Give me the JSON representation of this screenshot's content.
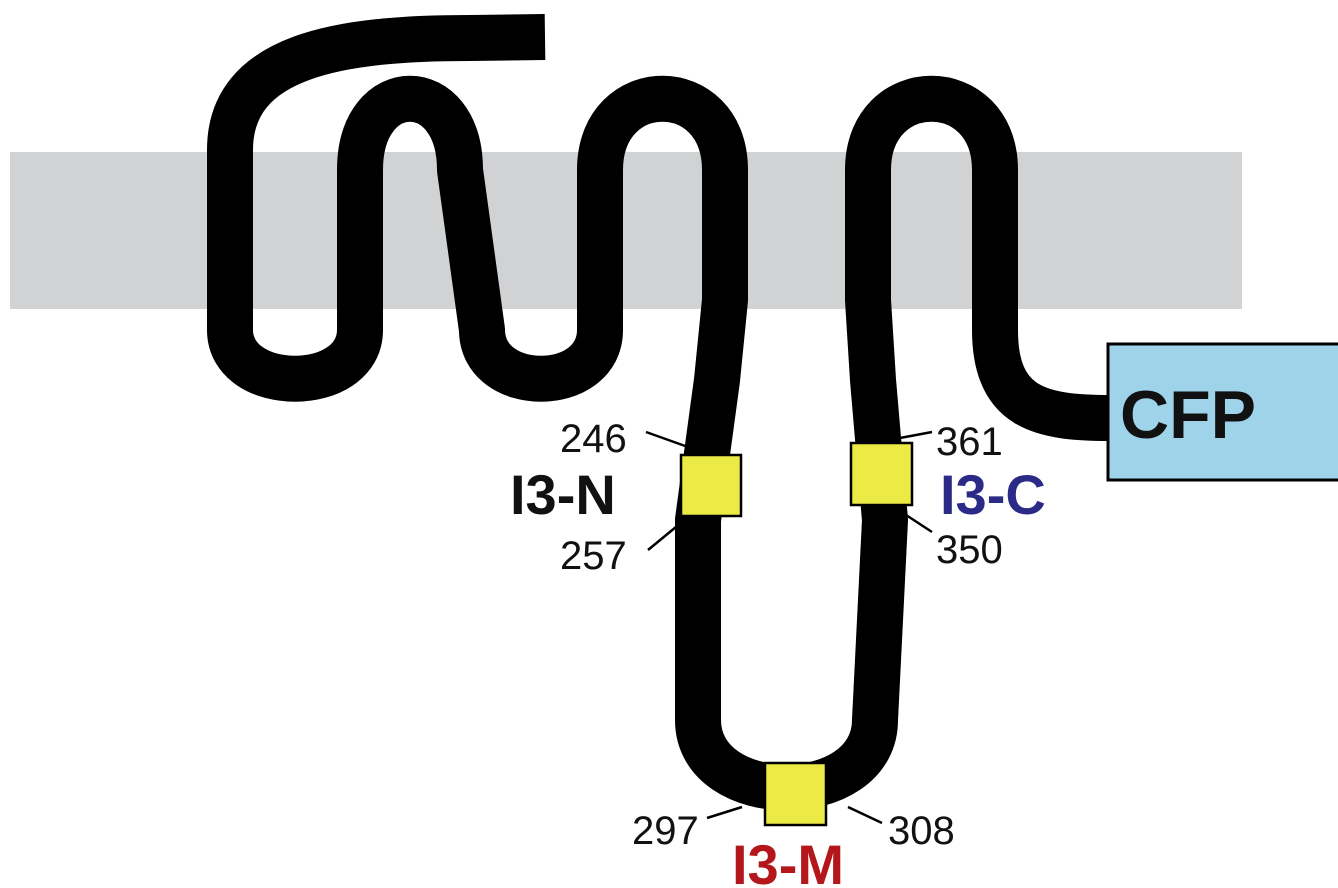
{
  "colors": {
    "background": "#ffffff",
    "membrane": "#d1d2d4",
    "chain": "#000000",
    "insert_box": "#eceb46",
    "cfp_box": "#9fd3ea",
    "label_default": "#111111"
  },
  "protein": {
    "tag": {
      "label": "CFP",
      "color": "#9fd3ea"
    }
  },
  "sites": [
    {
      "id": "I3-N",
      "label": "I3-N",
      "color": "#111111",
      "start": "246",
      "end": "257"
    },
    {
      "id": "I3-M",
      "label": "I3-M",
      "color": "#b3171c",
      "start": "297",
      "end": "308"
    },
    {
      "id": "I3-C",
      "label": "I3-C",
      "color": "#2b2a86",
      "start": "350",
      "end": "361"
    }
  ]
}
